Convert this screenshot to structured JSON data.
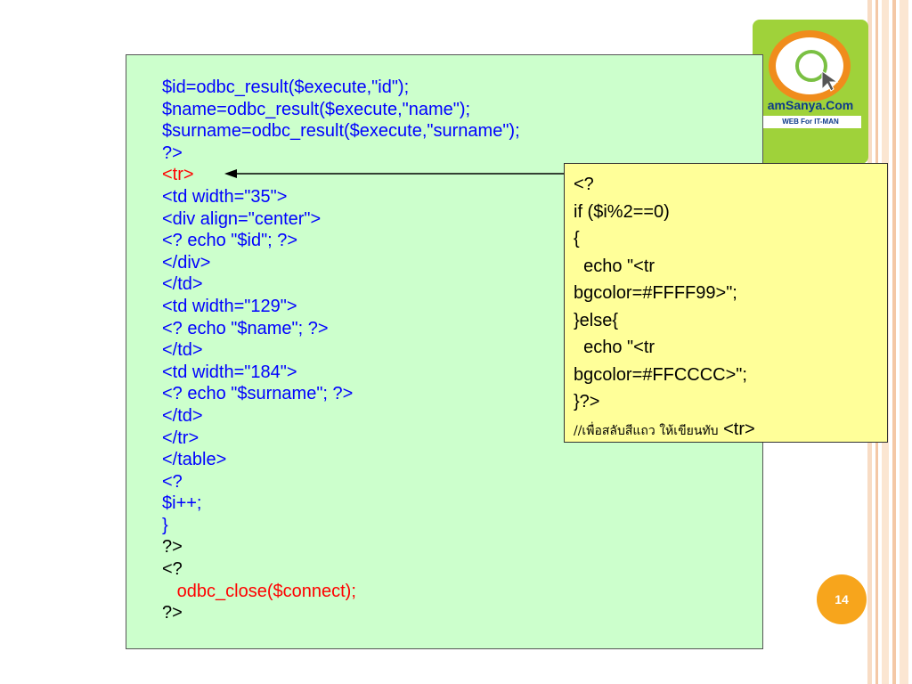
{
  "logo": {
    "brand_text": "amSanya.Com",
    "tagline": "WEB For IT-MAN"
  },
  "code_box": {
    "lines": [
      {
        "text": "$id=odbc_result($execute,\"id\");",
        "color": "#0000ff"
      },
      {
        "text": "$name=odbc_result($execute,\"name\");",
        "color": "#0000ff"
      },
      {
        "text": "$surname=odbc_result($execute,\"surname\");",
        "color": "#0000ff"
      },
      {
        "text": "?>",
        "color": "#0000ff"
      },
      {
        "text": "<tr>",
        "color": "#ff0000"
      },
      {
        "text": "<td width=\"35\">",
        "color": "#0000ff"
      },
      {
        "text": "<div align=\"center\">",
        "color": "#0000ff"
      },
      {
        "text": "<? echo \"$id\"; ?>",
        "color": "#0000ff"
      },
      {
        "text": "</div>",
        "color": "#0000ff"
      },
      {
        "text": "</td>",
        "color": "#0000ff"
      },
      {
        "text": "<td width=\"129\">",
        "color": "#0000ff"
      },
      {
        "text": "<? echo \"$name\"; ?>",
        "color": "#0000ff"
      },
      {
        "text": "</td>",
        "color": "#0000ff"
      },
      {
        "text": "<td width=\"184\">",
        "color": "#0000ff"
      },
      {
        "text": "<? echo \"$surname\"; ?>",
        "color": "#0000ff"
      },
      {
        "text": "</td>",
        "color": "#0000ff"
      },
      {
        "text": "</tr>",
        "color": "#0000ff"
      },
      {
        "text": "</table>",
        "color": "#0000ff"
      },
      {
        "text": "<?",
        "color": "#0000ff"
      },
      {
        "text": "$i++;",
        "color": "#0000ff"
      },
      {
        "text": "}",
        "color": "#0000ff"
      },
      {
        "text": "?>",
        "color": "#000000"
      },
      {
        "text": "<?",
        "color": "#000000"
      },
      {
        "text": "   odbc_close($connect);",
        "color": "#ff0000"
      },
      {
        "text": "?>",
        "color": "#000000"
      }
    ]
  },
  "note_box": {
    "lines": [
      "<?",
      "if ($i%2==0)",
      "{",
      "  echo \"<tr",
      "bgcolor=#FFFF99>\";",
      "}else{",
      "  echo \"<tr",
      "bgcolor=#FFCCCC>\";",
      "}?>"
    ],
    "comment": "//เพื่อสลับสีแถว ให้เขียนทับ",
    "comment_tag": "<tr>"
  },
  "page_number": "14",
  "colors": {
    "code_bg": "#ccffcc",
    "note_bg": "#ffff99",
    "badge": "#f7a51c",
    "logo_bg": "#9fd23a"
  }
}
